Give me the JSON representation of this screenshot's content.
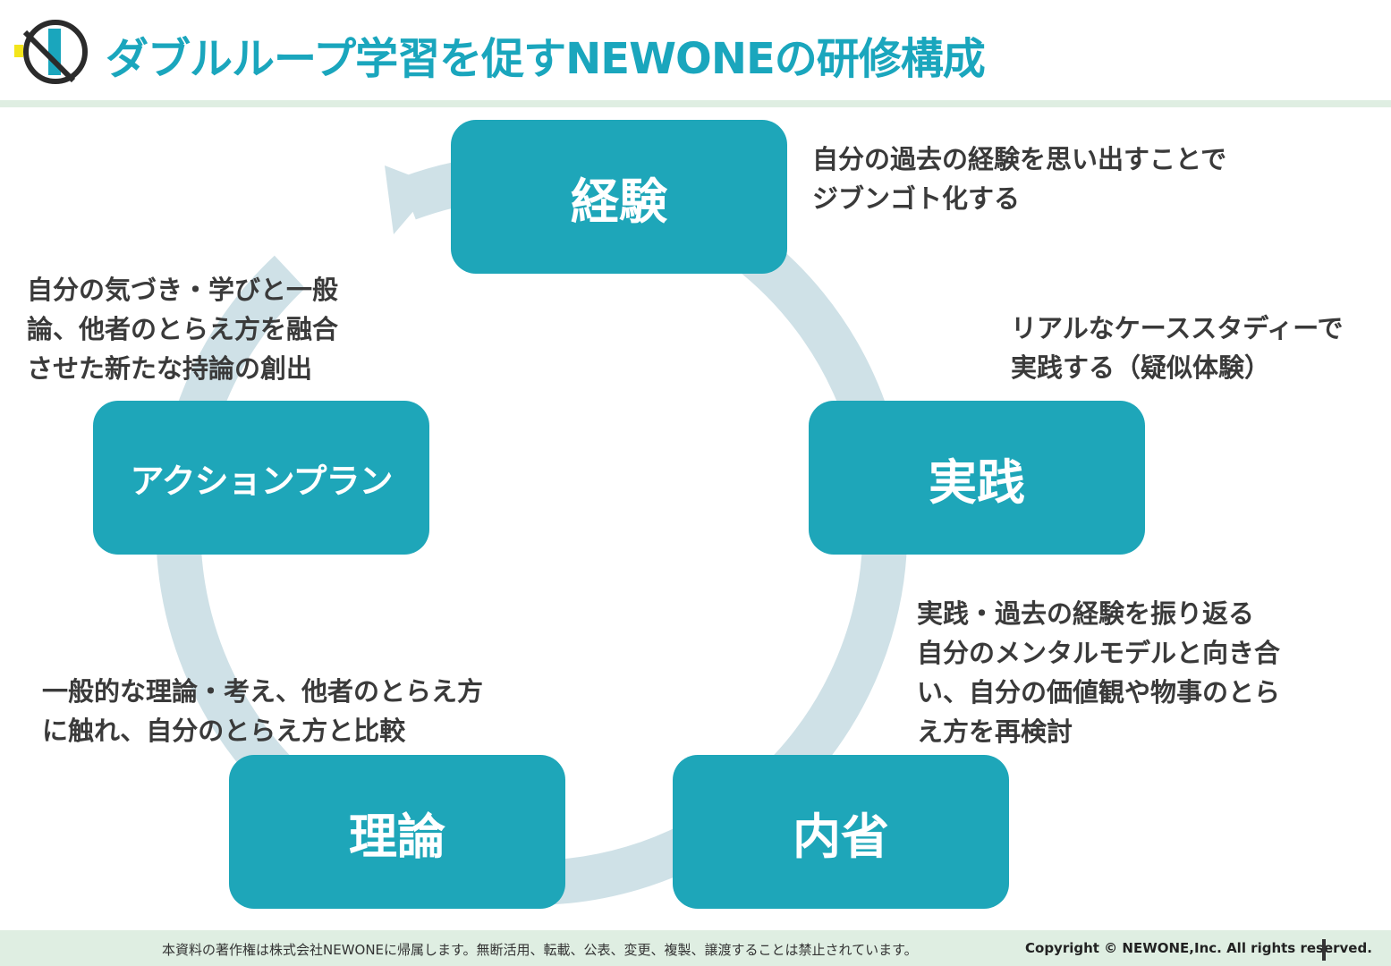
{
  "header": {
    "title": "ダブルループ学習を促すNEWONEの研修構成"
  },
  "stages": {
    "experience": "経験",
    "practice": "実践",
    "reflection": "内省",
    "theory": "理論",
    "action_plan": "アクションプラン"
  },
  "descriptions": {
    "experience": [
      "自分の過去の経験を思い出すことで",
      "ジブンゴト化する"
    ],
    "practice": [
      "リアルなケーススタディーで",
      "実践する（疑似体験）"
    ],
    "reflection": [
      "実践・過去の経験を振り返る",
      "自分のメンタルモデルと向き合",
      "い、自分の価値観や物事のとら",
      "え方を再検討"
    ],
    "theory": [
      "一般的な理論・考え、他者のとらえ方",
      "に触れ、自分のとらえ方と比較"
    ],
    "action_plan": [
      "自分の気づき・学びと一般",
      "論、他者のとらえ方を融合",
      "させた新たな持論の創出"
    ]
  },
  "footer": {
    "note": "本資料の著作権は株式会社NEWONEに帰属します。無断活用、転載、公表、変更、複製、譲渡することは禁止されています。",
    "copyright": "Copyright © NEWONE,Inc.  All rights reserved."
  },
  "colors": {
    "accent": "#1aa6bd",
    "stage_fill": "#1ea6b9",
    "ring": "#cfe1e7",
    "logo_yellow": "#f3e51b",
    "header_rule": "#dfeee2"
  }
}
